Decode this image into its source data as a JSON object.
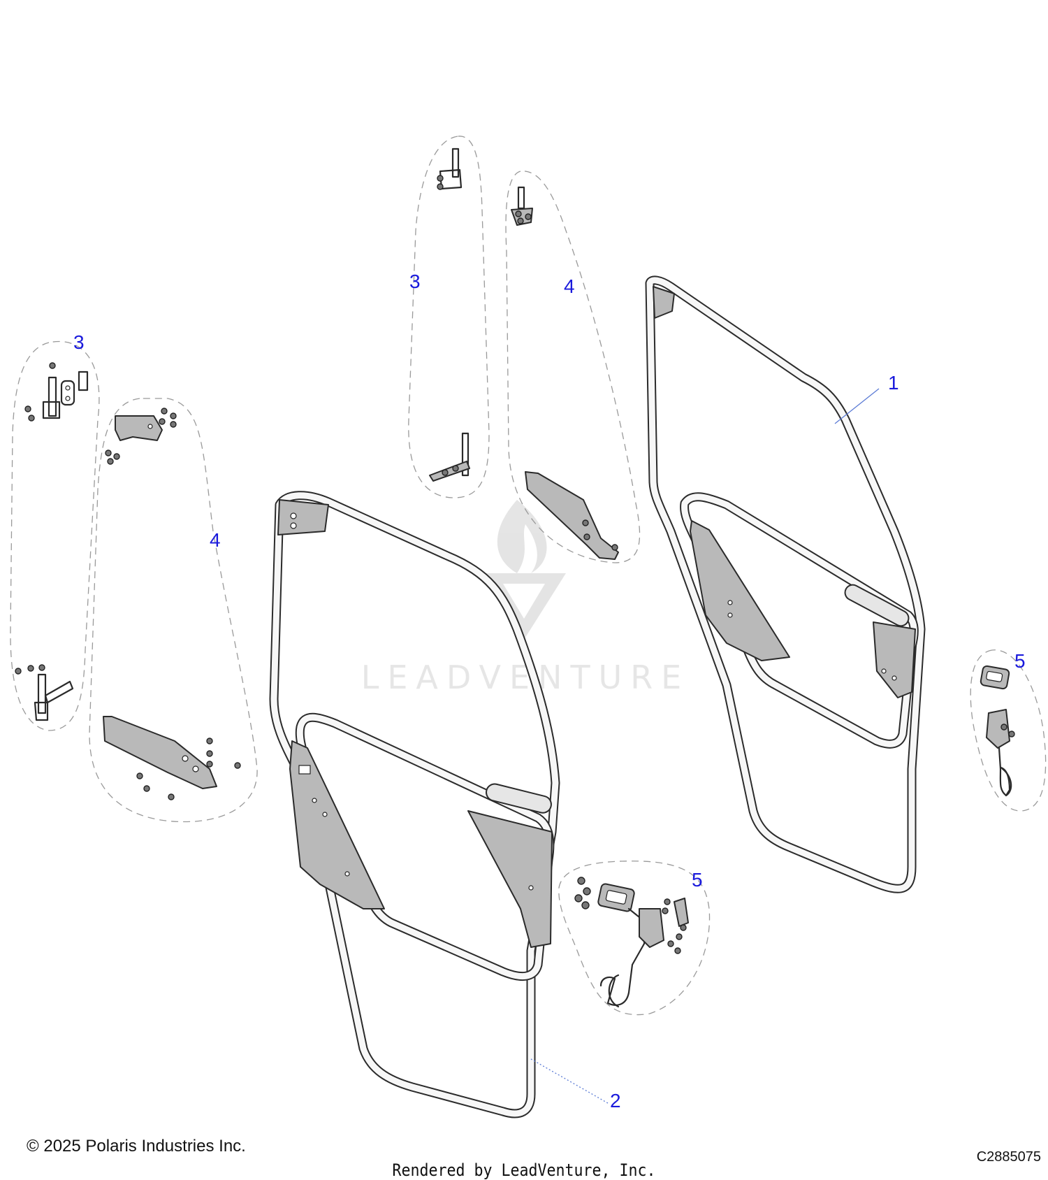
{
  "callouts": [
    {
      "id": "c1",
      "label": "1"
    },
    {
      "id": "c2",
      "label": "2"
    },
    {
      "id": "c3a",
      "label": "3"
    },
    {
      "id": "c3b",
      "label": "3"
    },
    {
      "id": "c4a",
      "label": "4"
    },
    {
      "id": "c4b",
      "label": "4"
    },
    {
      "id": "c5a",
      "label": "5"
    },
    {
      "id": "c5b",
      "label": "5"
    }
  ],
  "watermark": {
    "text": "LEADVENTURE"
  },
  "footer": {
    "copyright": "© 2025 Polaris Industries Inc.",
    "rendered_by": "Rendered by LeadVenture, Inc.",
    "diagram_id": "C2885075"
  }
}
